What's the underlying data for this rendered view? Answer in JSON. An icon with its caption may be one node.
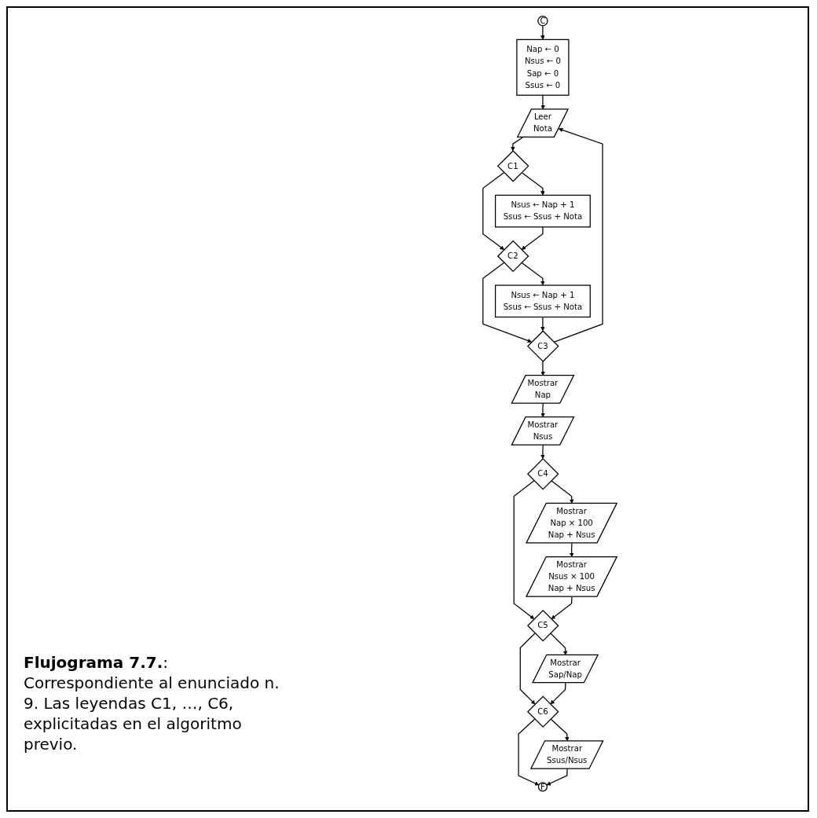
{
  "diagram": {
    "caption": "**Flujograma 7.7.**: Correspondiente al enunciado n. 9. Las leyendas C1, …, C6, explicitadas en el algoritmo previo.",
    "nodes": [
      {
        "text": [
          "C"
        ]
      },
      {
        "text": [
          "Nap ← 0",
          "Nsus ← 0",
          "Sap ← 0",
          "Ssus ← 0"
        ]
      },
      {
        "text": [
          "Leer",
          "Nota"
        ]
      },
      {
        "text": [
          "C1"
        ]
      },
      {
        "text": [
          "Nsus ← Nap + 1",
          "Ssus ← Ssus + Nota"
        ]
      },
      {
        "text": [
          "C2"
        ]
      },
      {
        "text": [
          "Nsus ← Nap + 1",
          "Ssus ← Ssus + Nota"
        ]
      },
      {
        "text": [
          "C3"
        ]
      },
      {
        "text": [
          "Mostrar",
          "Nap"
        ]
      },
      {
        "text": [
          "Mostrar",
          "Nsus"
        ]
      },
      {
        "text": [
          "C4"
        ]
      },
      {
        "text": [
          "Mostrar",
          "Nap × 100",
          "Nap + Nsus"
        ]
      },
      {
        "text": [
          "Mostrar",
          "Nsus × 100",
          "Nap + Nsus"
        ]
      },
      {
        "text": [
          "C5"
        ]
      },
      {
        "text": [
          "Mostrar",
          "Sap/Nap"
        ]
      },
      {
        "text": [
          "C6"
        ]
      },
      {
        "text": [
          "Mostrar",
          "Ssus/Nsus"
        ]
      },
      {
        "text": [
          "F"
        ]
      }
    ],
    "edges": [
      {
        "from": 0,
        "to": 1,
        "arrow": "to"
      },
      {
        "from": 1,
        "to": 2,
        "arrow": "to"
      },
      {
        "from": 2,
        "to": 3,
        "arrow": "to"
      },
      {
        "from": 3,
        "to": 4,
        "arrow": "to"
      },
      {
        "from": 3,
        "to": 5,
        "arrow": "to"
      },
      {
        "from": 4,
        "to": 5,
        "arrow": "to"
      },
      {
        "from": 5,
        "to": 6,
        "arrow": "to"
      },
      {
        "from": 5,
        "to": 7,
        "arrow": "to"
      },
      {
        "from": 6,
        "to": 7,
        "arrow": "to"
      },
      {
        "from": 7,
        "to": 2,
        "arrow": "to"
      },
      {
        "from": 7,
        "to": 8,
        "arrow": "to"
      },
      {
        "from": 8,
        "to": 9,
        "arrow": "to"
      },
      {
        "from": 9,
        "to": 10,
        "arrow": "to"
      },
      {
        "from": 10,
        "to": 11,
        "arrow": "to"
      },
      {
        "from": 10,
        "to": 13,
        "arrow": "to"
      },
      {
        "from": 11,
        "to": 12,
        "arrow": "to"
      },
      {
        "from": 12,
        "to": 13,
        "arrow": "to"
      },
      {
        "from": 13,
        "to": 14,
        "arrow": "to"
      },
      {
        "from": 13,
        "to": 15,
        "arrow": "to"
      },
      {
        "from": 14,
        "to": 15,
        "arrow": "to"
      },
      {
        "from": 15,
        "to": 16,
        "arrow": "to"
      },
      {
        "from": 15,
        "to": 17,
        "arrow": "to"
      },
      {
        "from": 16,
        "to": 17,
        "arrow": "to"
      }
    ]
  }
}
